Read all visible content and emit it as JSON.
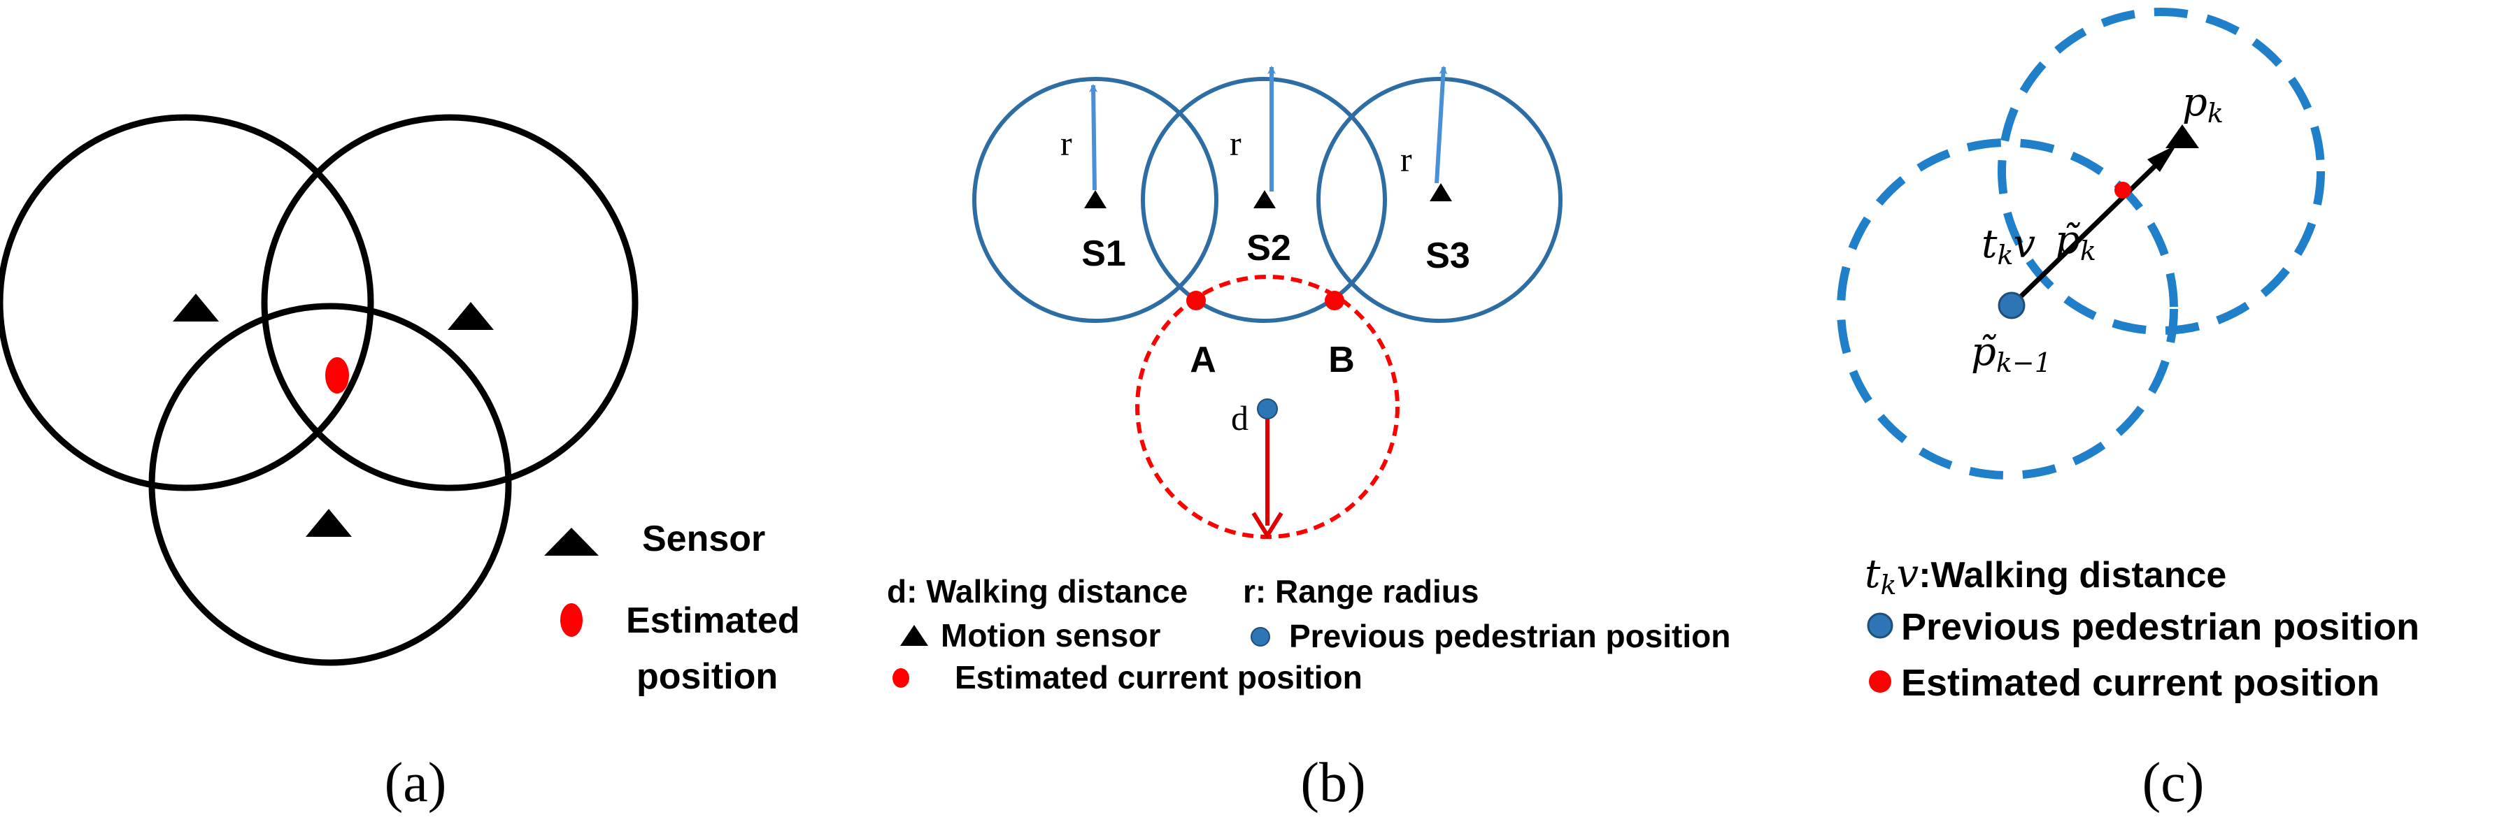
{
  "panel_a": {
    "caption": "(a)",
    "legend_sensor": "Sensor",
    "legend_estimated_line1": "Estimated",
    "legend_estimated_line2": "position"
  },
  "panel_b": {
    "caption": "(b)",
    "radius_label": "r",
    "sensor_labels": [
      "S1",
      "S2",
      "S3"
    ],
    "point_a": "A",
    "point_b": "B",
    "distance_label": "d",
    "legend_walking": "d: Walking distance",
    "legend_range": "r:  Range radius",
    "legend_motion": "Motion sensor",
    "legend_previous": "Previous pedestrian position",
    "legend_estimated": "Estimated current position"
  },
  "panel_c": {
    "caption": "(c)",
    "label_pk_base": "p",
    "label_pk_sub": "k",
    "label_ptilde_k_base": "p̃",
    "label_ptilde_k_sub": "k",
    "label_tkv_t": "t",
    "label_tkv_sub": "k",
    "label_tkv_v": "v",
    "label_prev_base": "p̃",
    "label_prev_sub": "k−1",
    "legend_walking_t": "t",
    "legend_walking_sub": "k",
    "legend_walking_v": "v",
    "legend_walking_text": ":Walking distance",
    "legend_previous": "Previous pedestrian position",
    "legend_estimated": "Estimated current position"
  },
  "colors": {
    "black": "#000000",
    "red": "#ff0000",
    "blue_circle": "#2e6da4",
    "blue_arrow": "#4a90d9",
    "dashed_blue": "#1f7fc9",
    "blue_dot": "#2e75b6"
  }
}
